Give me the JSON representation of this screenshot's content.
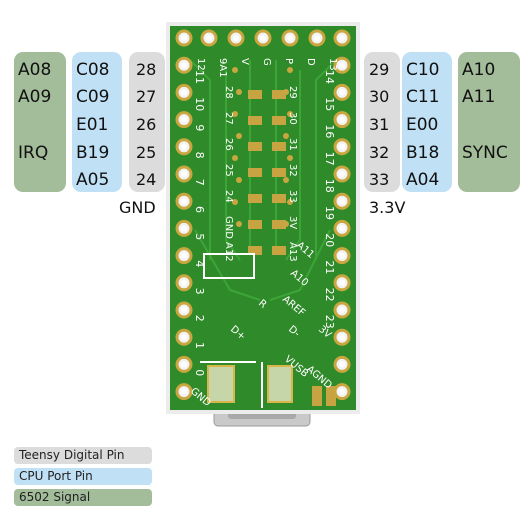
{
  "left": {
    "teensy_pins": [
      "28",
      "27",
      "26",
      "25",
      "24"
    ],
    "cpu_pins": [
      "C08",
      "C09",
      "E01",
      "B19",
      "A05"
    ],
    "signals": [
      "A08",
      "A09",
      "IRQ"
    ],
    "gnd_label": "GND"
  },
  "right": {
    "teensy_pins": [
      "29",
      "30",
      "31",
      "32",
      "33"
    ],
    "cpu_pins": [
      "C10",
      "C11",
      "E00",
      "B18",
      "A04"
    ],
    "signals": [
      "A10",
      "A11",
      "SYNC"
    ],
    "voltage_label": "3.3V"
  },
  "board": {
    "top_labels": [
      "12",
      "9A1",
      "V",
      "G",
      "P",
      "D",
      "13"
    ],
    "left_pins": [
      "11",
      "10",
      "9",
      "8",
      "7",
      "6",
      "5",
      "4",
      "3",
      "2",
      "1",
      "0"
    ],
    "right_pins": [
      "14",
      "15",
      "16",
      "17",
      "18",
      "19",
      "20",
      "21",
      "22",
      "23"
    ],
    "center_left": [
      "28",
      "27",
      "26",
      "25",
      "24",
      "GND",
      "A12"
    ],
    "center_right": [
      "29",
      "30",
      "31",
      "32",
      "33",
      "3V",
      "A13"
    ],
    "silk": [
      "A11",
      "A10",
      "AREF",
      "R",
      "D+",
      "D-",
      "3V",
      "VUSB",
      "AGND",
      "GND"
    ]
  },
  "legend": {
    "teensy": "Teensy Digital Pin",
    "cpu": "CPU Port Pin",
    "signal": "6502 Signal"
  },
  "colors": {
    "teensy": "#dcdcdc",
    "cpu": "#bfe0f5",
    "signal": "#a3bc9a",
    "pcb": "#2f8a2a"
  }
}
